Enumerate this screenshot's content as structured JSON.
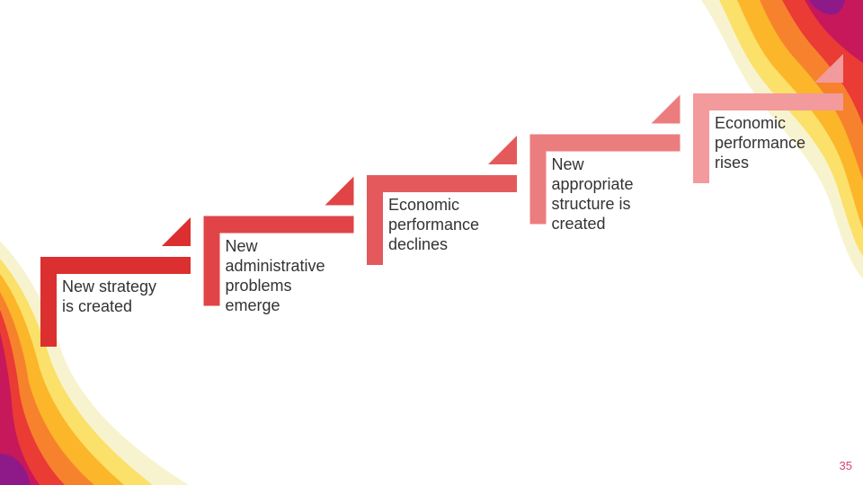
{
  "slide": {
    "page_number": "35"
  },
  "diagram": {
    "steps": [
      {
        "label": "New strategy is created",
        "lines": [
          "New strategy",
          "is created"
        ],
        "color": "#dc2f2f"
      },
      {
        "label": "New administrative problems emerge",
        "lines": [
          "New",
          "administrative",
          "problems",
          "emerge"
        ],
        "color": "#e04446"
      },
      {
        "label": "Economic performance declines",
        "lines": [
          "Economic",
          "performance",
          "declines"
        ],
        "color": "#e45a5c"
      },
      {
        "label": "New appropriate structure is created",
        "lines": [
          "New",
          "appropriate",
          "structure is",
          "created"
        ],
        "color": "#ec7d7e"
      },
      {
        "label": "Economic performance rises",
        "lines": [
          "Economic",
          "performance",
          "rises"
        ],
        "color": "#f39a9c"
      }
    ]
  },
  "theme": {
    "wave_colors_bottom_left": [
      "#f8f3cf",
      "#fbe06a",
      "#fbb62a",
      "#f7822d",
      "#ea3b35",
      "#c7185b",
      "#8e1a8a"
    ],
    "wave_colors_top_right": [
      "#f8f3cf",
      "#fbe06a",
      "#fbb62a",
      "#f7822d",
      "#ea3b35",
      "#c7185b",
      "#8e1a8a"
    ]
  }
}
